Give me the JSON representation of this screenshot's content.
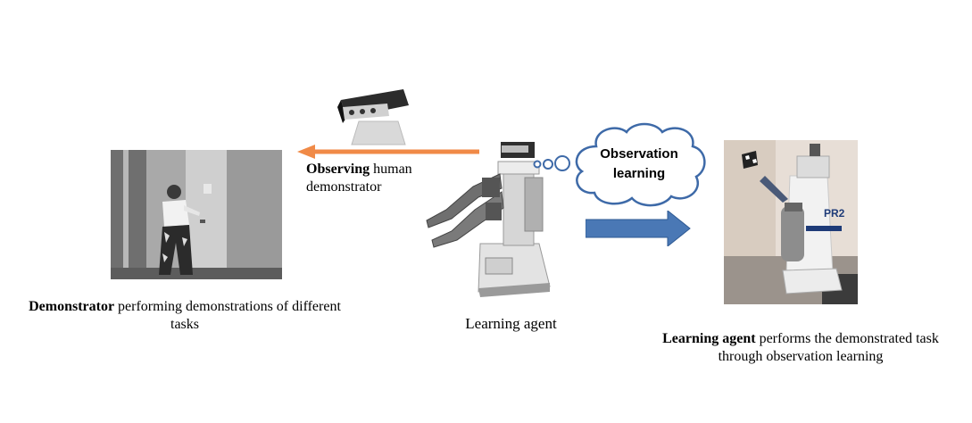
{
  "demonstrator_caption": {
    "bold": "Demonstrator",
    "line1_rest": " performing demonstrations of different",
    "line2": "tasks"
  },
  "observing_caption": {
    "bold": "Observing",
    "line1_rest": " human",
    "line2": "demonstrator"
  },
  "agent_label": "Learning agent",
  "thought_bubble": {
    "line1": "Observation",
    "line2": "learning"
  },
  "result_caption": {
    "bold": "Learning agent",
    "line1_rest": " performs the demonstrated task",
    "line2": "through observation learning"
  },
  "robot_body_label": "PR2",
  "colors": {
    "orange_arrow": "#f08a47",
    "blue_arrow": "#4a78b5",
    "cloud_outline": "#3e6aa8"
  }
}
